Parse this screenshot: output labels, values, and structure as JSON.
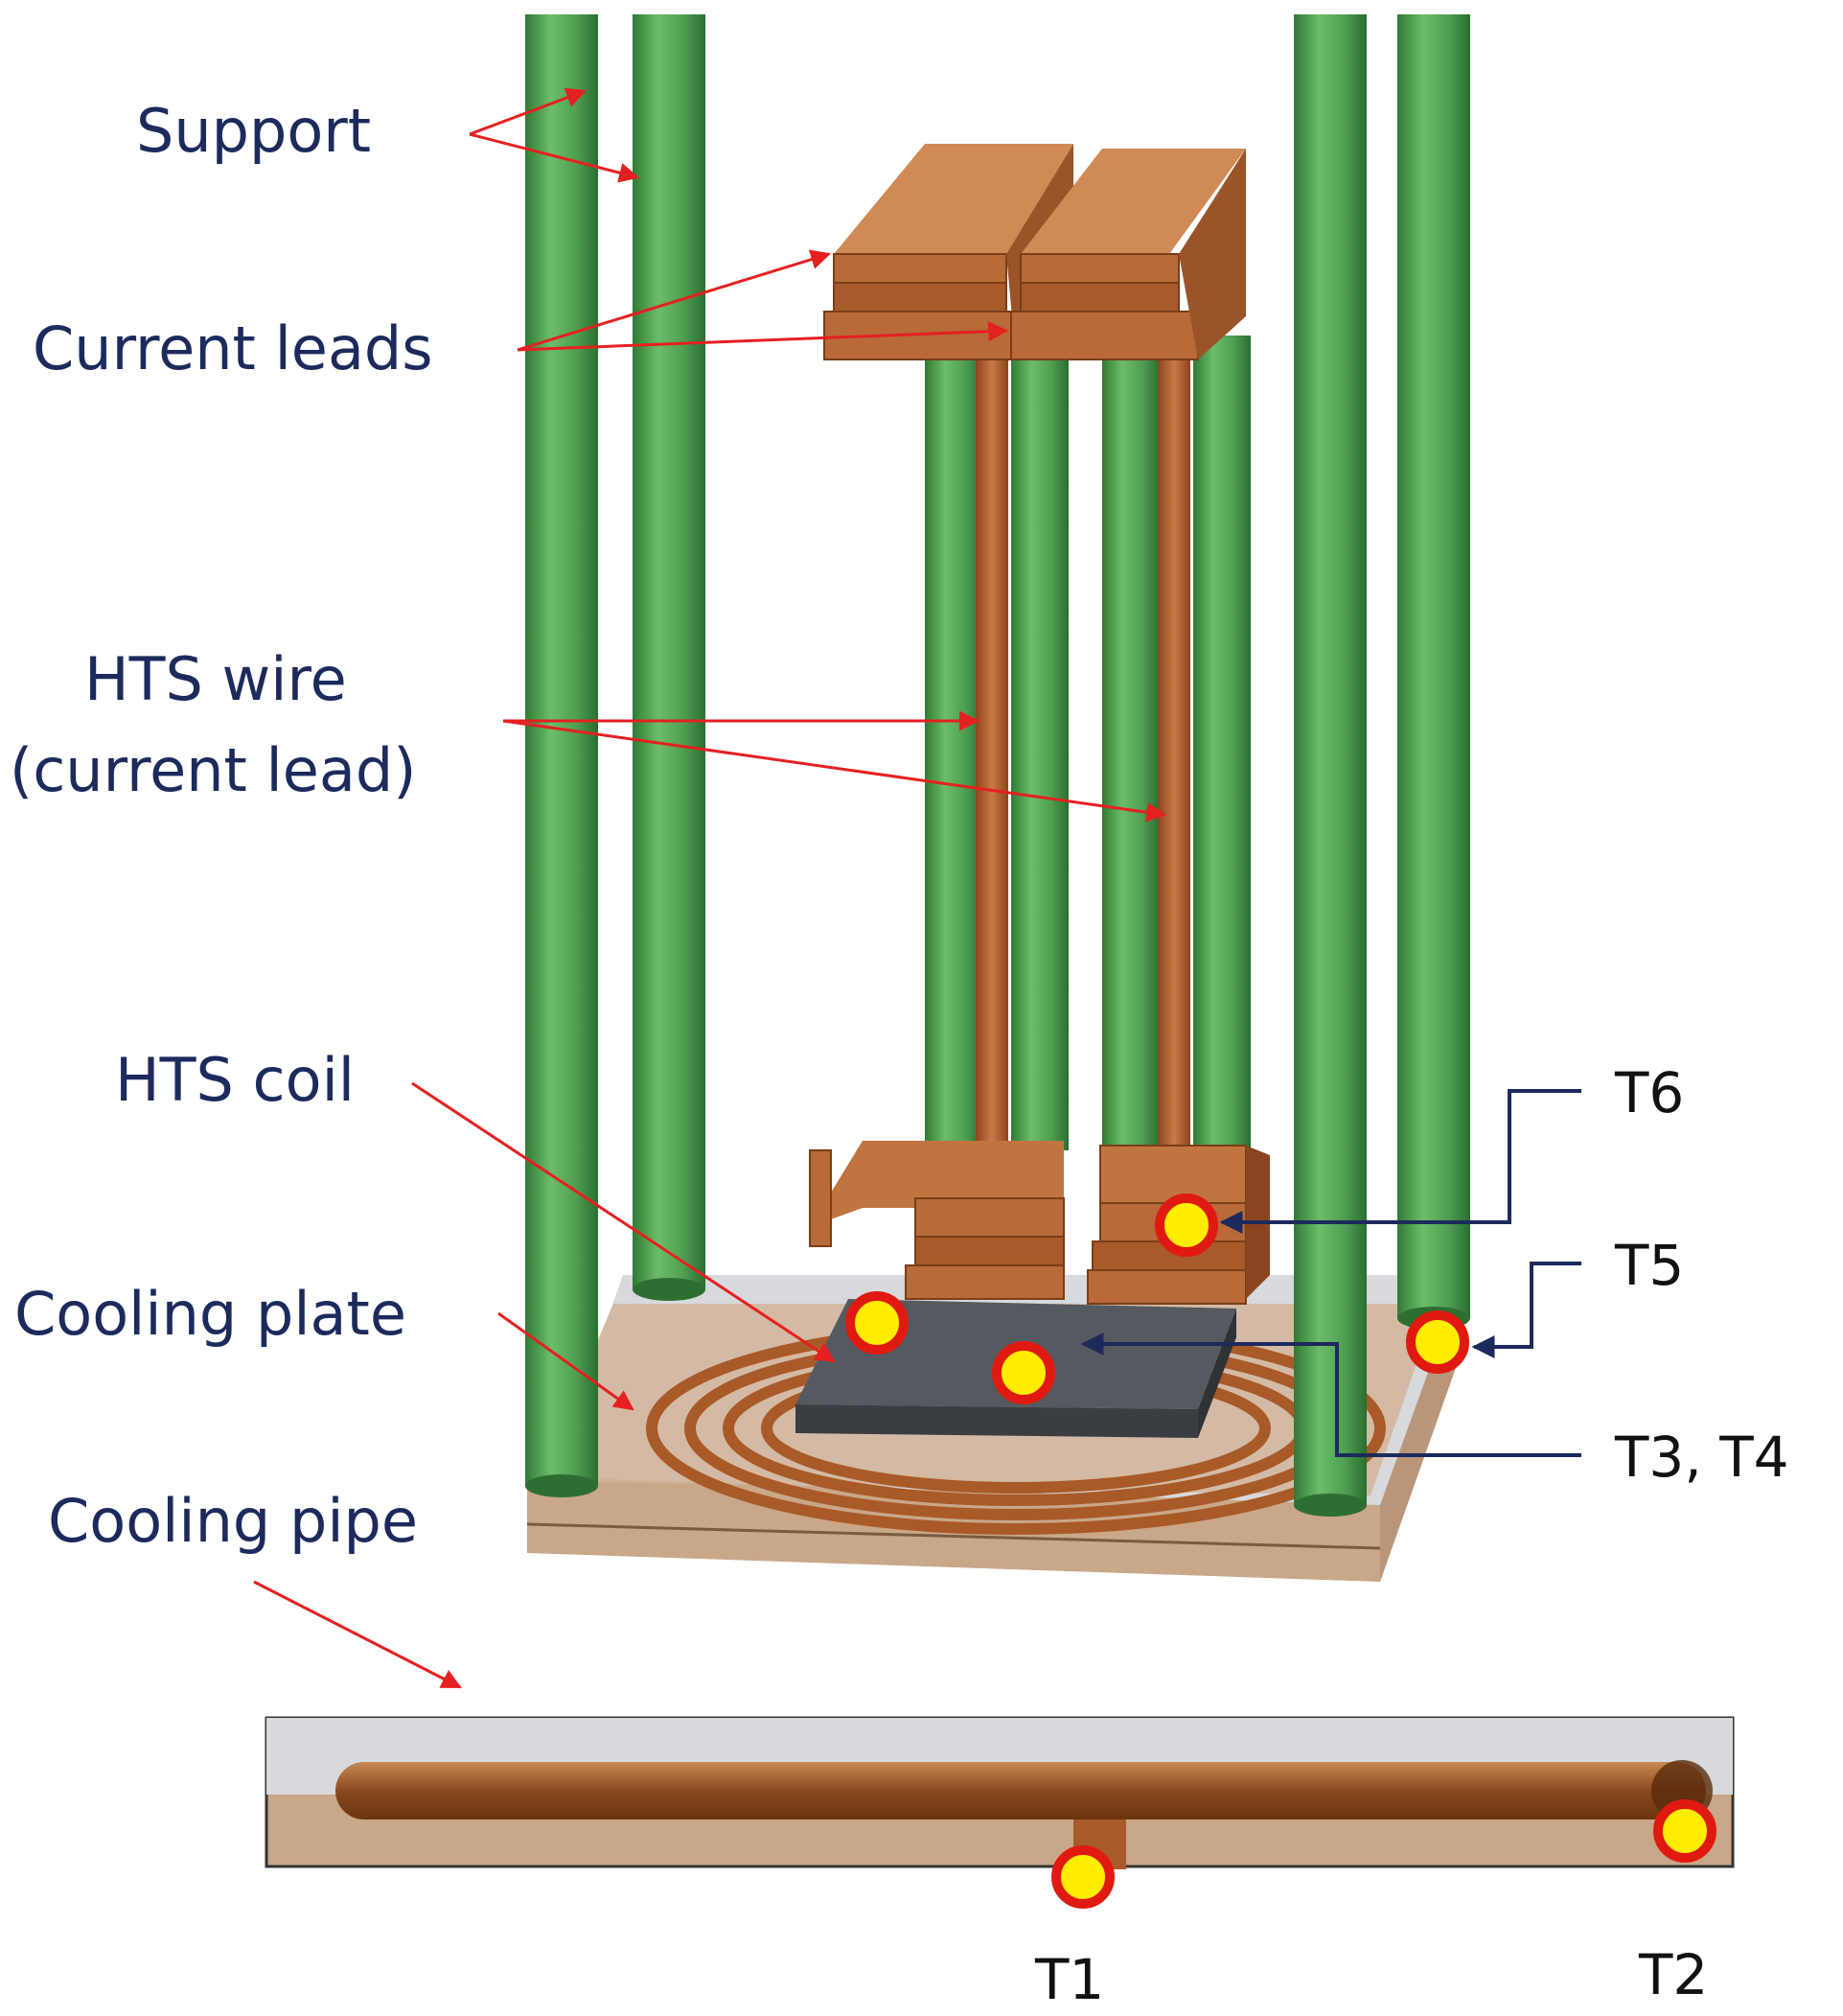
{
  "labels": {
    "support": "Support",
    "current_leads": "Current leads",
    "hts_wire_line1": "HTS wire",
    "hts_wire_line2": "(current lead)",
    "hts_coil": "HTS coil",
    "cooling_plate": "Cooling plate",
    "cooling_pipe": "Cooling pipe"
  },
  "sensors": {
    "t1": "T1",
    "t2": "T2",
    "t3_t4": "T3, T4",
    "t5": "T5",
    "t6": "T6"
  },
  "colors": {
    "label_text": "#1c2a5c",
    "support_green": "#5aa85a",
    "copper": "#b86a38",
    "coil_plate": "#555a60",
    "sensor_fill": "#ffec00",
    "sensor_ring": "#e01a10",
    "leader_red": "#e52020",
    "leader_navy": "#1c2a5c"
  }
}
